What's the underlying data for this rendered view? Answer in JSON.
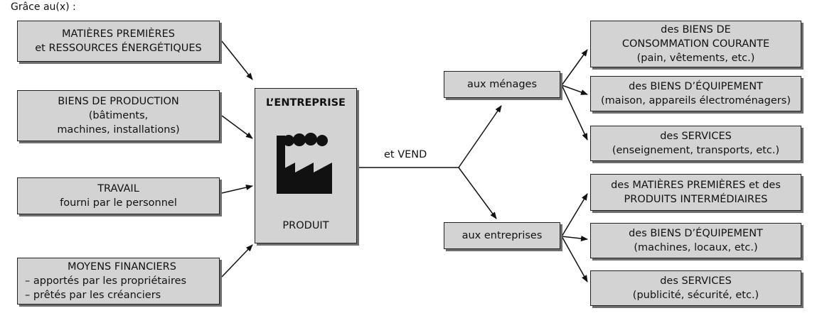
{
  "heading": "Grâce au(x) :",
  "inputs": [
    {
      "lines": [
        "MATIÈRES PREMIÈRES",
        "et RESSOURCES ÉNERGÉTIQUES"
      ]
    },
    {
      "lines": [
        "BIENS DE PRODUCTION",
        "(bâtiments,",
        "machines, installations)"
      ]
    },
    {
      "lines": [
        "TRAVAIL",
        "fourni par le personnel"
      ]
    },
    {
      "lines": [
        "MOYENS FINANCIERS",
        "– apportés par les propriétaires",
        "– prêtés par les créanciers"
      ]
    }
  ],
  "enterprise": {
    "title": "L’ENTREPRISE",
    "icon": "factory-icon",
    "bottom": "PRODUIT"
  },
  "sells_label": "et VEND",
  "buyers": {
    "menages": "aux ménages",
    "entreprises": "aux entreprises"
  },
  "outputs_menages": [
    {
      "lines": [
        "des BIENS DE",
        "CONSOMMATION COURANTE",
        "(pain, vêtements, etc.)"
      ]
    },
    {
      "lines": [
        "des BIENS D’ÉQUIPEMENT",
        "(maison, appareils électroménagers)"
      ]
    },
    {
      "lines": [
        "des SERVICES",
        "(enseignement, transports, etc.)"
      ]
    }
  ],
  "outputs_entreprises": [
    {
      "lines": [
        "des MATIÈRES PREMIÈRES et des",
        "PRODUITS INTERMÉDIAIRES"
      ]
    },
    {
      "lines": [
        "des BIENS D’ÉQUIPEMENT",
        "(machines, locaux, etc.)"
      ]
    },
    {
      "lines": [
        "des SERVICES",
        "(publicité, sécurité, etc.)"
      ]
    }
  ]
}
